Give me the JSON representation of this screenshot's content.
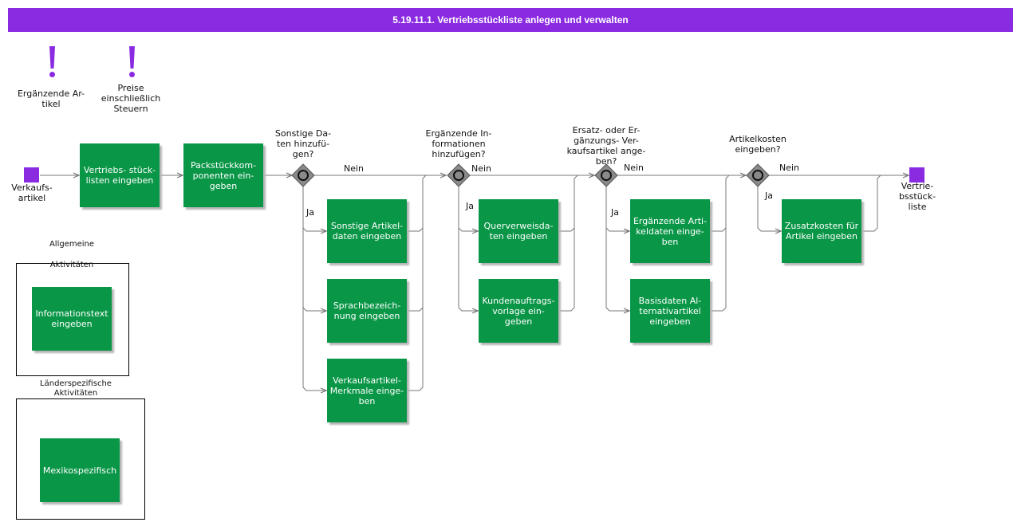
{
  "header": {
    "title": "5.19.11.1. Vertriebsstückliste anlegen und verwalten"
  },
  "notes": [
    {
      "label": "Ergänzende Ar-\ntikel"
    },
    {
      "label": "Preise\neinschließlich\nSteuern"
    }
  ],
  "events": {
    "start": "Verkaufs-\nartikel",
    "end": "Vertrie-\nbsstück-\nliste"
  },
  "activities": {
    "a1": "Vertriebs- stück-\nlisten eingeben",
    "a2": "Packstückkom-\nponenten ein-\ngeben",
    "g1_1": "Sonstige Artikel-\ndaten eingeben",
    "g1_2": "Sprachbezeich-\nnung eingeben",
    "g1_3": "Verkaufsartikel-\nMerkmale einge-\nben",
    "g2_1": "Querverweisda-\nten eingeben",
    "g2_2": "Kundenauftrags-\nvorlage ein-\ngeben",
    "g3_1": "Ergänzende Arti-\nkeldaten einge-\nben",
    "g3_2": "Basisdaten Al-\nternativartikel\neingeben",
    "g4_1": "Zusatzkosten für\nArtikel eingeben"
  },
  "gateways": {
    "g1": {
      "question": "Sonstige Da-\nten hinzufü-\ngen?",
      "no": "Nein",
      "yes": "Ja"
    },
    "g2": {
      "question": "Ergänzende In-\nformationen\nhinzufügen?",
      "no": "Nein",
      "yes": "Ja"
    },
    "g3": {
      "question": "Ersatz- oder Er-\ngänzungs- Ver-\nkaufsartikel ange-\nben?",
      "no": "Nein",
      "yes": "Ja"
    },
    "g4": {
      "question": "Artikelkosten\neingeben?",
      "no": "Nein",
      "yes": "Ja"
    }
  },
  "legend": {
    "general": {
      "title": "Allgemeine\nAktivitäten",
      "item": "Informationstext\neingeben"
    },
    "country": {
      "title": "Länderspezifische\nAktivitäten",
      "item": "Mexikospezifisch"
    }
  },
  "colors": {
    "header": "#8a2be2",
    "activity": "#0a9647",
    "gateway": "#808080",
    "event": "#8a2be2"
  }
}
